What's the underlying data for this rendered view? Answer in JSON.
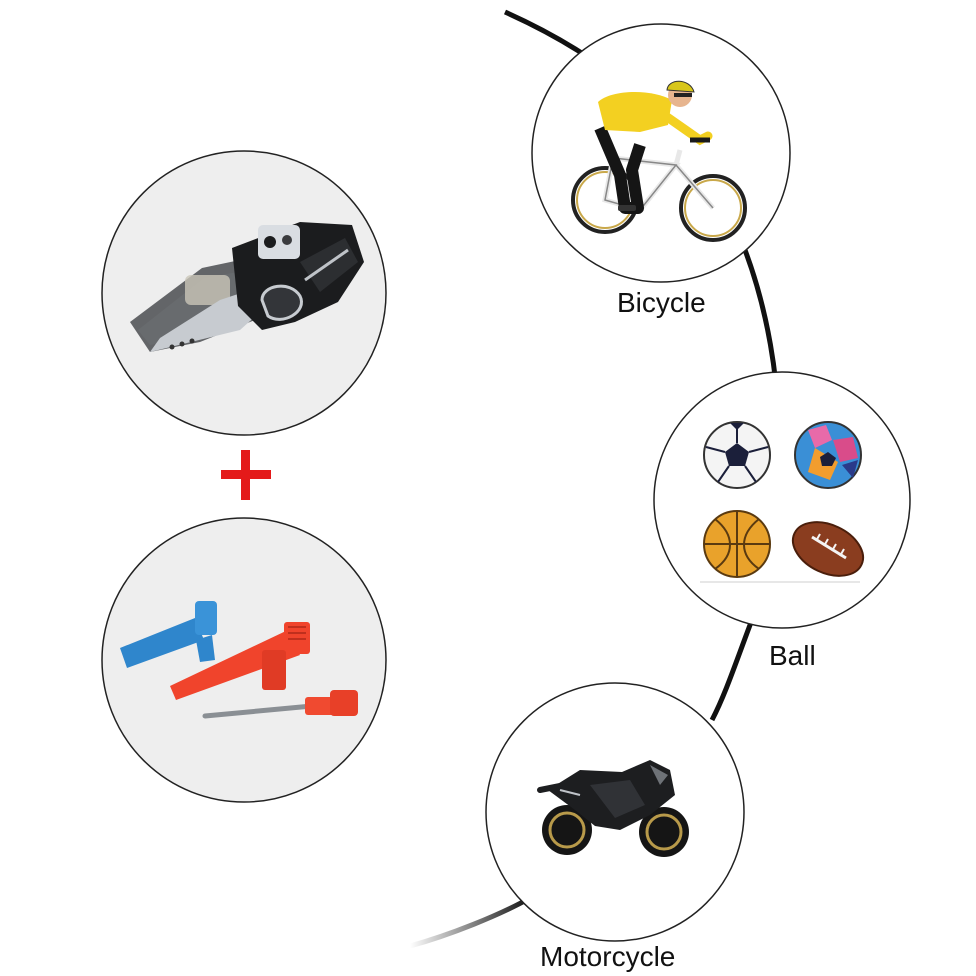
{
  "accessories_plus": "+",
  "items": [
    {
      "label": "Bicycle",
      "icon": "bicycle-rider-icon"
    },
    {
      "label": "Ball",
      "icon": "balls-icon"
    },
    {
      "label": "Motorcycle",
      "icon": "motorcycle-icon"
    }
  ],
  "products": [
    {
      "icon": "vacuum-inflator-icon"
    },
    {
      "icon": "nozzle-adapters-icon"
    }
  ],
  "colors": {
    "curve": "#111111",
    "plus": "#e41a1a",
    "circle_fill_grey": "#eeeeee",
    "circle_stroke": "#222222"
  }
}
